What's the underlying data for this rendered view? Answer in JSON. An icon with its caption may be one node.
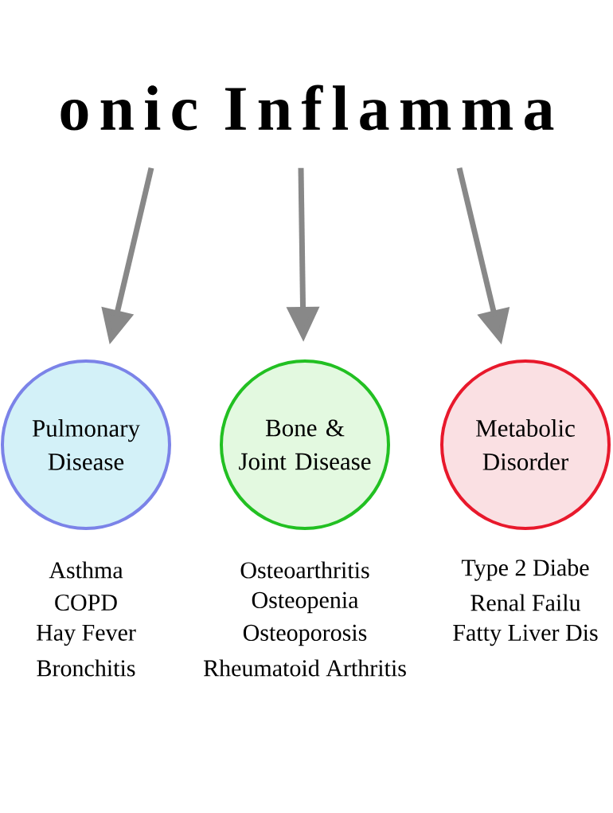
{
  "diagram": {
    "nodes": [
      {
        "text": [
          "onic Inflamma"
        ]
      },
      {
        "text": [
          "Pulmonary Disease"
        ],
        "beside": [
          "Asthma",
          "COPD",
          "Hay Fever",
          "Bronchitis"
        ]
      },
      {
        "text": [
          "Bone & Joint Disease"
        ],
        "beside": [
          "Osteoarthritis",
          "Osteopenia",
          "Osteoporosis",
          "Rheumatoid Arthritis"
        ]
      },
      {
        "text": [
          "Metabolic Disorder"
        ],
        "beside": [
          "Type 2 Diabe",
          "Renal Failu",
          "Fatty Liver Dis"
        ]
      }
    ],
    "edges": [
      {
        "from": 0,
        "to": 1,
        "arrow": "to"
      },
      {
        "from": 0,
        "to": 2,
        "arrow": "to"
      },
      {
        "from": 0,
        "to": 3,
        "arrow": "to"
      }
    ]
  }
}
